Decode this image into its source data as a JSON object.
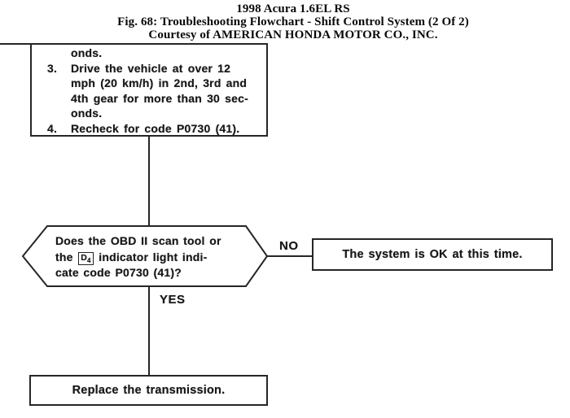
{
  "header": {
    "line1": "1998 Acura 1.6EL RS",
    "line2": "Fig. 68: Troubleshooting Flowchart - Shift Control System (2 Of 2)",
    "line3": "Courtesy of AMERICAN HONDA MOTOR CO., INC."
  },
  "flowchart": {
    "step_box": {
      "lines": [
        {
          "num": "",
          "text": "onds."
        },
        {
          "num": "3.",
          "text": "Drive the vehicle at over 12"
        },
        {
          "num": "",
          "text": "mph (20 km/h) in 2nd, 3rd and"
        },
        {
          "num": "",
          "text": "4th gear for more than 30 sec-"
        },
        {
          "num": "",
          "text": "onds."
        },
        {
          "num": "4.",
          "text": "Recheck for code P0730 (41)."
        }
      ]
    },
    "decision": {
      "line1": "Does the OBD II scan tool or",
      "line2_pre": "the",
      "d4_label": "D",
      "d4_sub": "4",
      "line2_post": "indicator light indi-",
      "line3": "cate code P0730 (41)?"
    },
    "labels": {
      "no": "NO",
      "yes": "YES"
    },
    "ok_box": "The system is OK at this time.",
    "action_box": "Replace the transmission."
  },
  "colors": {
    "ink": "#181818",
    "line": "#262626",
    "background": "#ffffff"
  }
}
